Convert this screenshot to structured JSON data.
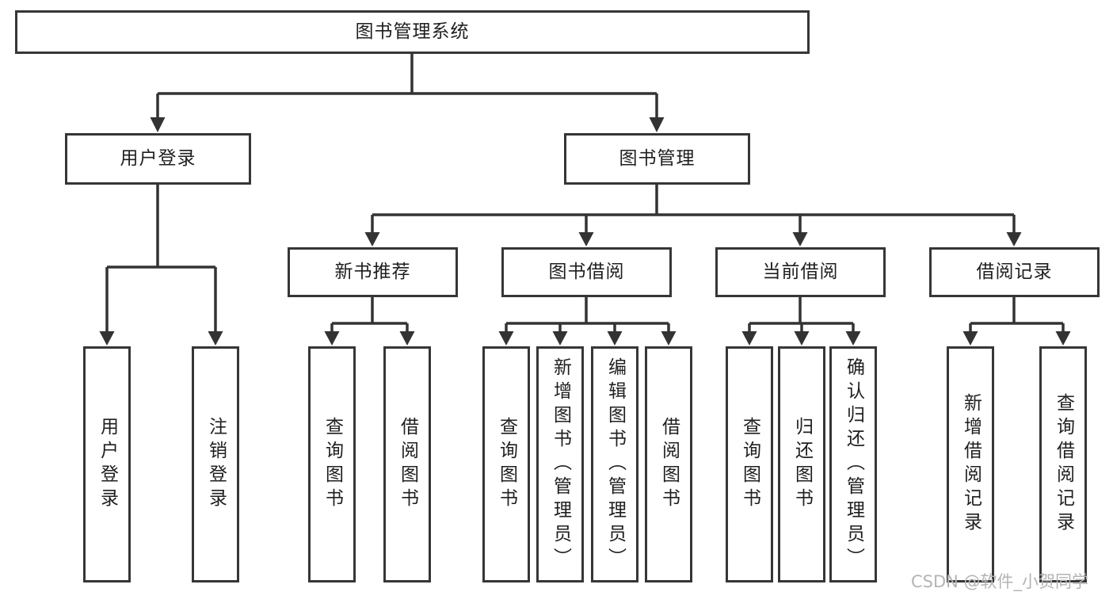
{
  "diagram": {
    "type": "tree",
    "tree": {
      "label": "图书管理系统",
      "children": [
        {
          "label": "用户登录",
          "children": [
            {
              "label": "用户登录"
            },
            {
              "label": "注销登录"
            }
          ]
        },
        {
          "label": "图书管理",
          "children": [
            {
              "label": "新书推荐",
              "children": [
                {
                  "label": "查询图书"
                },
                {
                  "label": "借阅图书"
                }
              ]
            },
            {
              "label": "图书借阅",
              "children": [
                {
                  "label": "查询图书"
                },
                {
                  "label": "新增图书（管理员）"
                },
                {
                  "label": "编辑图书（管理员）"
                },
                {
                  "label": "借阅图书"
                }
              ]
            },
            {
              "label": "当前借阅",
              "children": [
                {
                  "label": "查询图书"
                },
                {
                  "label": "归还图书"
                },
                {
                  "label": "确认归还（管理员）"
                }
              ]
            },
            {
              "label": "借阅记录",
              "children": [
                {
                  "label": "新增借阅记录"
                },
                {
                  "label": "查询借阅记录"
                }
              ]
            }
          ]
        }
      ]
    },
    "colors": {
      "line": "#333333",
      "box_border": "#363636",
      "text": "#1f1f1f",
      "box_background": "#ffffff",
      "watermark": "#b4b4b4"
    }
  },
  "watermark": "CSDN @软件_小贺同学"
}
